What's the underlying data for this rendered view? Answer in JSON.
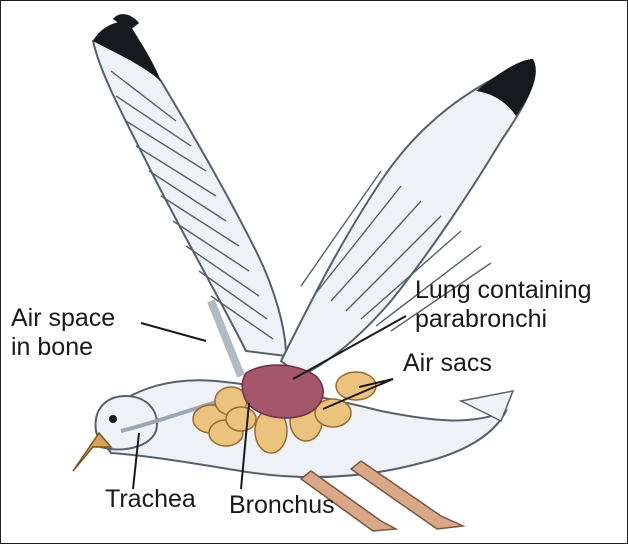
{
  "labels": {
    "air_space_line1": "Air space",
    "air_space_line2": "in bone",
    "lung_line1": "Lung containing",
    "lung_line2": "parabronchi",
    "air_sacs": "Air sacs",
    "trachea": "Trachea",
    "bronchus": "Bronchus"
  },
  "colors": {
    "feather": "#eef2f7",
    "feather_shade": "#c9d4e0",
    "feather_line": "#55606b",
    "wingtip": "#151a1f",
    "lung": "#a4566a",
    "air_sac": "#ecc37e",
    "air_sac_edge": "#9a6a2a",
    "beak": "#d8a25a",
    "legs": "#d8a889"
  }
}
